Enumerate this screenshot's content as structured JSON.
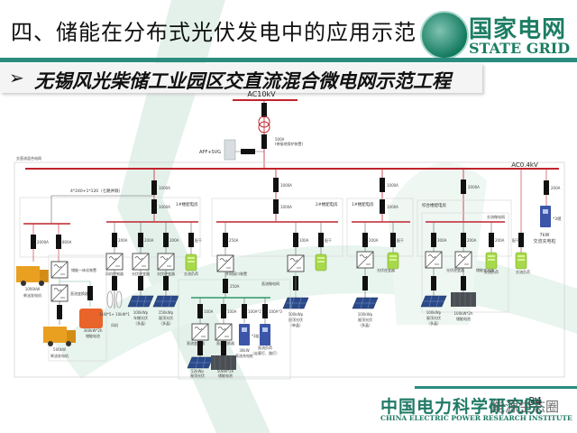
{
  "header": {
    "title": "四、储能在分布式光伏发电中的应用示范",
    "logo_cn": "国家电网",
    "logo_en": "STATE GRID"
  },
  "subtitle": {
    "bullet": "➢",
    "text": "无锡风光柴储工业园区交直流混合微电网示范工程"
  },
  "diagram": {
    "grid_label": "AC10kV",
    "apf_label": "APF+SVG",
    "transformer_breaker": "500A",
    "transformer_breaker_note": "(带接地保护装置)",
    "ac_network_label": "交直流混合电网",
    "low_voltage_bus": "AC0.4kV",
    "feeders": [
      {
        "name": "1#楼配电房",
        "breakers": [
          "1000A",
          "1000A"
        ]
      },
      {
        "name": "2#楼配电房",
        "breakers": [
          "1000A",
          "1000A"
        ]
      },
      {
        "name": "1#楼配电房",
        "breakers": [
          "1000A",
          "1000A"
        ]
      },
      {
        "name": "综合楼配电房",
        "breakers": [
          "2000A"
        ]
      }
    ],
    "cable_label": "4*240+1*120（七路并联）",
    "left_breakers": [
      "2000A",
      "800A"
    ],
    "feeder1_breakers": [
      "200A",
      "200A",
      "200A",
      "配干"
    ],
    "feeder2_breakers": [
      "250A",
      "100A",
      "配干"
    ],
    "feeder3_breakers": [
      "200A",
      "配干"
    ],
    "feeder4_breakers": [
      "300A",
      "200A",
      "200A",
      "配干"
    ],
    "charger_breaker": "200A",
    "ac_subnet_label": "交流微电网",
    "dc_subnet_label": "直流微电网",
    "devices": {
      "diesel_large": {
        "label": "1000kW",
        "name": "柴油发电机"
      },
      "integrated_device": "储能一体化装置",
      "dc_converter": "直流变换器",
      "battery_300": {
        "label": "300kW*2h",
        "name": "储能电池"
      },
      "diesel_small": {
        "label": "500kW",
        "name": "柴油发电机"
      },
      "wind_controller": "风机控制器",
      "pv_inverter": "光伏逆变器",
      "wind_turbine": {
        "label": "1kW*5+ 10kW*1",
        "name": "风机"
      },
      "pv_roof_100": {
        "label": "100kWp",
        "name": "车棚光伏",
        "type": "（多晶）"
      },
      "pv_roof_150": {
        "label": "150kWp",
        "name": "屋顶光伏",
        "type": "（多晶）"
      },
      "ac_load": "交流负荷",
      "grid_interface": "并网接口装置",
      "dc_breaker": "250A",
      "dc_branches": [
        "100A",
        "100A",
        "100A*2",
        "100A*3"
      ],
      "dc_converter_pv": "直流变换器",
      "dc_converter_batt": "直流变换器",
      "dc_charger": {
        "label": "30kW",
        "name": "直流充电桩",
        "count": "*3组"
      },
      "dc_lighting": {
        "name": "直流负荷",
        "note": "（走廊灯、路灯）"
      },
      "pv_dc": {
        "label": "52kWp",
        "name": "屋顶光伏",
        "type": "（多晶）"
      },
      "battery_dc": {
        "label": "50kW*2h",
        "name": "储能电池"
      },
      "pv_mono": {
        "label": "100kWp",
        "name": "屋顶光伏",
        "type": "（单晶）"
      },
      "pv_multi2": {
        "label": "100kWp",
        "name": "屋顶光伏",
        "type": "（多晶）"
      },
      "battery_100": {
        "label": "100kW*2h",
        "name": "储能电池"
      },
      "storage_converter": "储能变流器",
      "ac_charger": {
        "label": "7kW",
        "name": "交流充电桩",
        "count": "*3组"
      }
    }
  },
  "footer": {
    "institute_cn": "中国电力科学研究院",
    "institute_en": "CHINA ELECTRIC POWER RESEARCH INSTITUTE",
    "page": "34",
    "watermark": "能源生态圈"
  },
  "colors": {
    "bus_red": "#c0242c",
    "brand_teal": "#1c7d63",
    "swoosh": "#d7ece3"
  }
}
